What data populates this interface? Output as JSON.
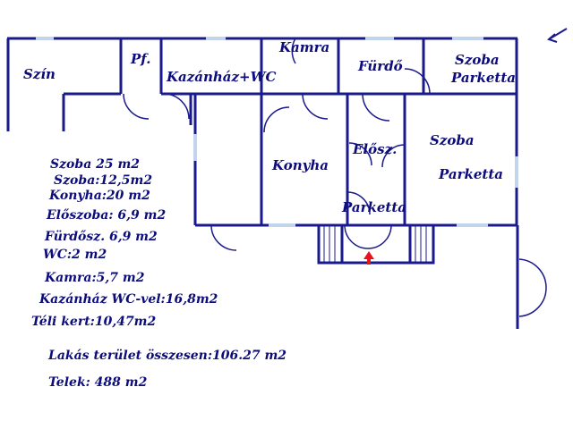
{
  "colors": {
    "wall": "#1a1a8c",
    "window": "#c2d4ee",
    "arrow": "#e8141c",
    "text": "#0c0c7a"
  },
  "rooms": {
    "szin": "Szín",
    "pf": "Pf.",
    "kazanhaz": "Kazánház+WC",
    "kamra": "Kamra",
    "furdo": "Fürdő",
    "szoba_top_1": "Szoba",
    "szoba_top_2": "Parketta",
    "szoba_right_1": "Szoba",
    "szoba_right_2": "Parketta",
    "elosz": "Elősz.",
    "konyha": "Konyha",
    "parketta_hall": "Parketta"
  },
  "areas": [
    "Szoba 25 m2",
    "Szoba:12,5m2",
    "Konyha:20 m2",
    "Előszoba: 6,9 m2",
    "Fürdősz. 6,9 m2",
    "WC:2 m2",
    "Kamra:5,7 m2",
    "Kazánház WC-vel:16,8m2",
    "Téli kert:10,47m2"
  ],
  "totals": {
    "lakas": "Lakás terület összesen:106.27 m2",
    "telek": "Telek: 488 m2"
  },
  "icons": [
    "north-arrow-icon",
    "entrance-arrow-icon"
  ]
}
